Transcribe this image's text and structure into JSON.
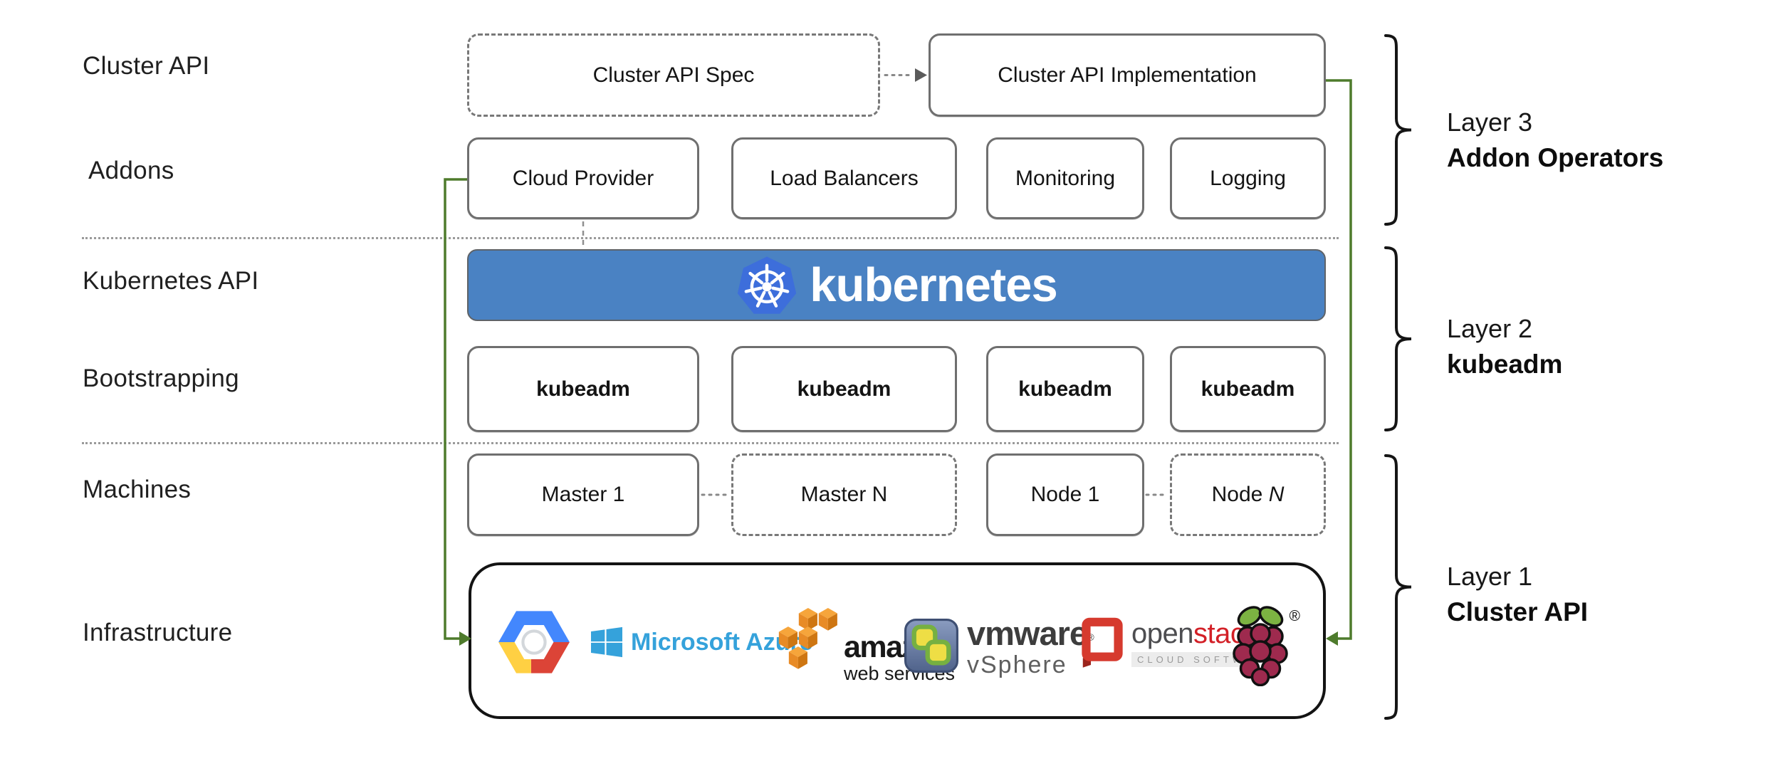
{
  "row_labels": {
    "cluster_api": "Cluster API",
    "addons": "Addons",
    "kubernetes_api": "Kubernetes API",
    "bootstrapping": "Bootstrapping",
    "machines": "Machines",
    "infrastructure": "Infrastructure"
  },
  "cluster_api_row": {
    "spec_label": "Cluster API Spec",
    "implementation_label": "Cluster API Implementation"
  },
  "addons_row": {
    "items": [
      "Cloud Provider",
      "Load Balancers",
      "Monitoring",
      "Logging"
    ]
  },
  "kubernetes_banner": {
    "wordmark": "kubernetes"
  },
  "bootstrapping_row": {
    "items": [
      "kubeadm",
      "kubeadm",
      "kubeadm",
      "kubeadm"
    ]
  },
  "machines_row": {
    "items": [
      {
        "label": "Master 1"
      },
      {
        "label": "Master N"
      },
      {
        "label": "Node 1"
      },
      {
        "label": "Node ",
        "italic_suffix": "N"
      }
    ]
  },
  "infrastructure_row": {
    "azure": {
      "text": "Microsoft Azure"
    },
    "aws": {
      "line1": "amazon",
      "line2": "web services"
    },
    "vmware": {
      "name": "vmware",
      "registered": "®",
      "product": "vSphere"
    },
    "openstack": {
      "part1": "open",
      "part2": "stack",
      "trademark": "™",
      "tagline": "CLOUD SOFTWARE"
    },
    "raspberry_pi": {
      "registered": "®"
    }
  },
  "layer_labels": [
    {
      "title": "Layer 3",
      "subtitle": "Addon Operators"
    },
    {
      "title": "Layer 2",
      "subtitle": "kubeadm"
    },
    {
      "title": "Layer 1",
      "subtitle": "Cluster API"
    }
  ],
  "colors": {
    "banner_blue": "#4a82c3",
    "k8s_logo_blue": "#3d6edb",
    "accent_green": "#4e7b2c",
    "azure_blue": "#35a2db",
    "aws_orange": "#e88b26",
    "vmware_green": "#76b041",
    "openstack_red": "#d63a2e",
    "raspberry_red": "#9e2a4e",
    "leaf_green": "#7cb342"
  }
}
